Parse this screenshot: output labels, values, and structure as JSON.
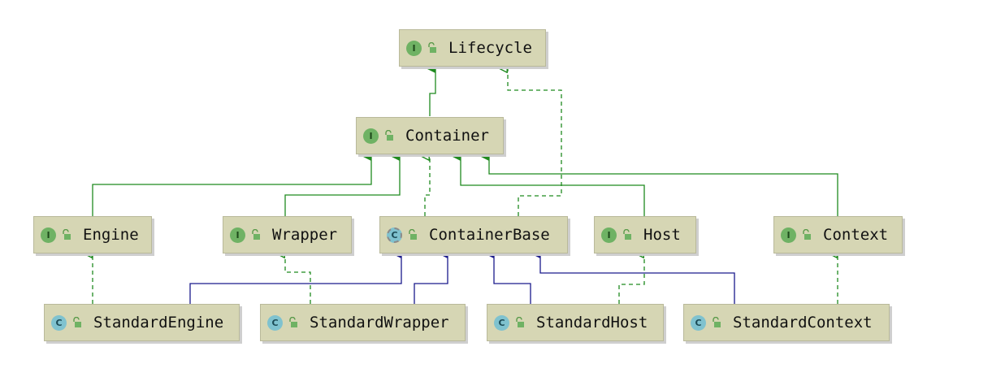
{
  "nodes": {
    "lifecycle": {
      "label": "Lifecycle",
      "kind": "I"
    },
    "container": {
      "label": "Container",
      "kind": "I"
    },
    "engine": {
      "label": "Engine",
      "kind": "I"
    },
    "wrapper": {
      "label": "Wrapper",
      "kind": "I"
    },
    "containerbase": {
      "label": "ContainerBase",
      "kind": "C"
    },
    "host": {
      "label": "Host",
      "kind": "I"
    },
    "context": {
      "label": "Context",
      "kind": "I"
    },
    "standardengine": {
      "label": "StandardEngine",
      "kind": "C"
    },
    "standardwrapper": {
      "label": "StandardWrapper",
      "kind": "C"
    },
    "standardhost": {
      "label": "StandardHost",
      "kind": "C"
    },
    "standardcontext": {
      "label": "StandardContext",
      "kind": "C"
    }
  },
  "colors": {
    "extends_interface": "#1f8a1f",
    "implements": "#1f8a1f",
    "extends_class": "#1a1a8c",
    "node_fill": "#d6d6b4"
  }
}
